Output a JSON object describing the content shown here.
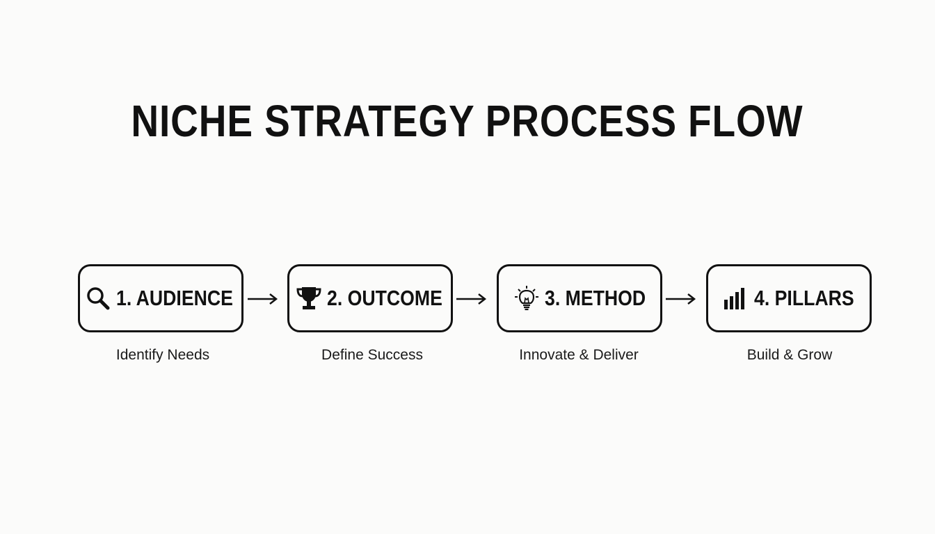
{
  "title": "NICHE STRATEGY PROCESS FLOW",
  "steps": [
    {
      "label": "1. AUDIENCE",
      "icon": "magnifier-icon",
      "caption": "Identify Needs"
    },
    {
      "label": "2. OUTCOME",
      "icon": "trophy-icon",
      "caption": "Define Success"
    },
    {
      "label": "3. METHOD",
      "icon": "lightbulb-icon",
      "caption": "Innovate & Deliver"
    },
    {
      "label": "4. PILLARS",
      "icon": "bar-chart-icon",
      "caption": "Build & Grow"
    }
  ],
  "colors": {
    "ink": "#111111",
    "background": "#fbfbfa"
  }
}
